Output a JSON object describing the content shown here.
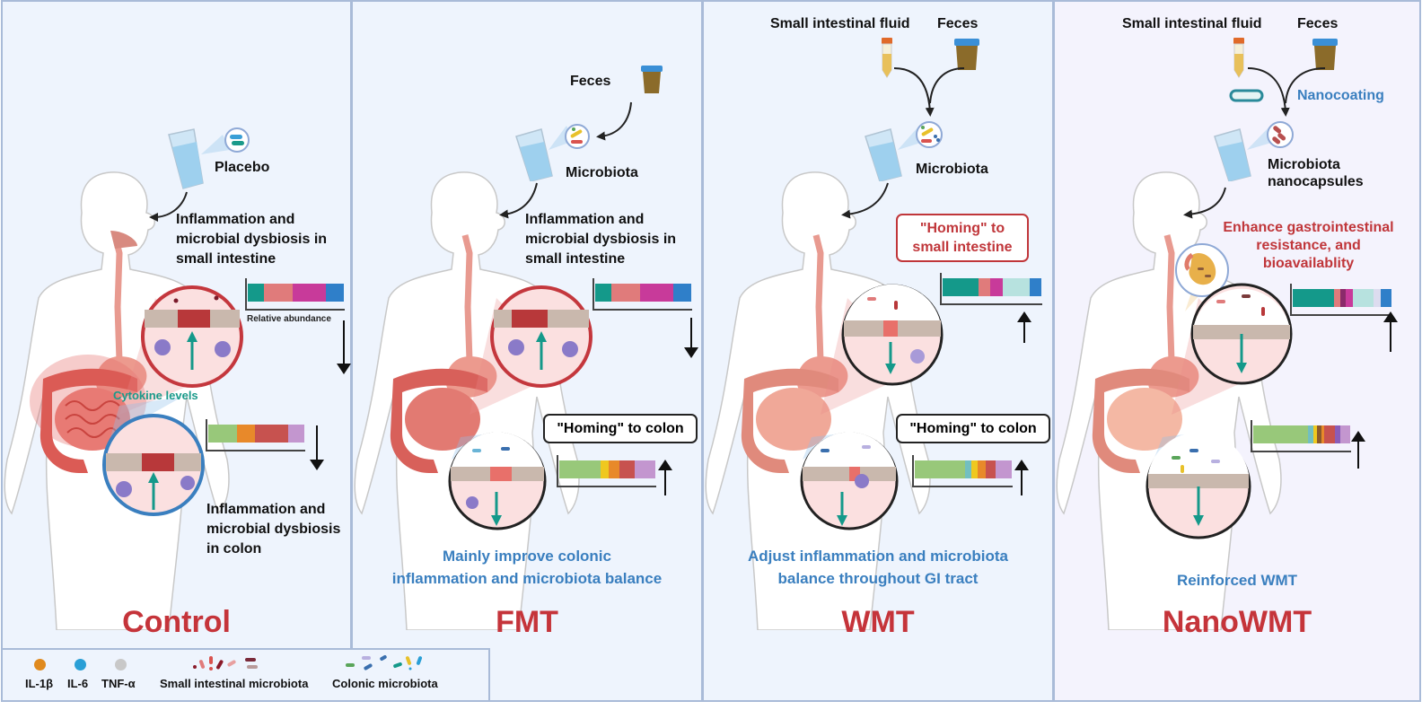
{
  "legend": {
    "items": [
      {
        "label": "IL-1β",
        "color": "#e08a1e"
      },
      {
        "label": "IL-6",
        "color": "#2a9fd6"
      },
      {
        "label": "TNF-α",
        "color": "#c8c8c8"
      },
      {
        "label": "Small intestinal microbiota"
      },
      {
        "label": "Colonic microbiota"
      }
    ]
  },
  "panels": [
    {
      "title": "Control",
      "source_label": "Placebo",
      "small_intestine_text": [
        "Inflammation and",
        "microbial dysbiosis in",
        "small intestine"
      ],
      "relative_abundance_label": "Relative abundance",
      "cytokine_label": "Cytokine levels",
      "colon_text": [
        "Inflammation and",
        "microbial dysbiosis",
        "in colon"
      ],
      "small_intestine_bar": {
        "segments": [
          {
            "color": "#14998a",
            "value": 17
          },
          {
            "color": "#e07b7b",
            "value": 30
          },
          {
            "color": "#c83a9a",
            "value": 34
          },
          {
            "color": "#2f7fc9",
            "value": 19
          }
        ],
        "trend": "down"
      },
      "colon_bar": {
        "segments": [
          {
            "color": "#98c87a",
            "value": 30
          },
          {
            "color": "#e8892a",
            "value": 19
          },
          {
            "color": "#c7524f",
            "value": 34
          },
          {
            "color": "#c396cf",
            "value": 17
          }
        ],
        "trend": "down"
      },
      "cytokine_trend": "up"
    },
    {
      "title": "FMT",
      "inputs": [
        "Feces"
      ],
      "source_label": "Microbiota",
      "small_intestine_text": [
        "Inflammation and",
        "microbial dysbiosis in",
        "small intestine"
      ],
      "homing_colon": "\"Homing\" to colon",
      "description": [
        "Mainly improve colonic",
        "inflammation and microbiota balance"
      ],
      "small_intestine_bar": {
        "segments": [
          {
            "color": "#14998a",
            "value": 17
          },
          {
            "color": "#e07b7b",
            "value": 30
          },
          {
            "color": "#c83a9a",
            "value": 34
          },
          {
            "color": "#2f7fc9",
            "value": 19
          }
        ],
        "trend": "down"
      },
      "colon_bar": {
        "segments": [
          {
            "color": "#98c87a",
            "value": 43
          },
          {
            "color": "#efc81f",
            "value": 8
          },
          {
            "color": "#e8892a",
            "value": 12
          },
          {
            "color": "#c7524f",
            "value": 16
          },
          {
            "color": "#c396cf",
            "value": 21
          }
        ],
        "trend": "up"
      },
      "cytokine_trend_small_intestine": "up",
      "cytokine_trend_colon": "down"
    },
    {
      "title": "WMT",
      "inputs": [
        "Small intestinal fluid",
        "Feces"
      ],
      "source_label": "Microbiota",
      "homing_small_intestine": [
        "\"Homing\" to",
        "small intestine"
      ],
      "homing_colon": "\"Homing\" to colon",
      "description": [
        "Adjust inflammation and microbiota",
        "balance throughout GI tract"
      ],
      "small_intestine_bar": {
        "segments": [
          {
            "color": "#14998a",
            "value": 36
          },
          {
            "color": "#e07b7b",
            "value": 12
          },
          {
            "color": "#c83a9a",
            "value": 13
          },
          {
            "color": "#b7e2df",
            "value": 27
          },
          {
            "color": "#2f7fc9",
            "value": 12
          }
        ],
        "trend": "up"
      },
      "colon_bar": {
        "segments": [
          {
            "color": "#98c87a",
            "value": 52
          },
          {
            "color": "#72bfc0",
            "value": 6
          },
          {
            "color": "#efc81f",
            "value": 7
          },
          {
            "color": "#e8892a",
            "value": 8
          },
          {
            "color": "#c7524f",
            "value": 10
          },
          {
            "color": "#c396cf",
            "value": 17
          }
        ],
        "trend": "up"
      },
      "cytokine_trend_small_intestine": "down",
      "cytokine_trend_colon": "down"
    },
    {
      "title": "NanoWMT",
      "inputs": [
        "Small intestinal fluid",
        "Feces"
      ],
      "coating_label": "Nanocoating",
      "source_label": [
        "Microbiota",
        "nanocapsules"
      ],
      "enhance_text": [
        "Enhance gastrointestinal",
        "resistance, and",
        "bioavailablity"
      ],
      "description": [
        "Reinforced WMT"
      ],
      "small_intestine_bar": {
        "segments": [
          {
            "color": "#14998a",
            "value": 41
          },
          {
            "color": "#e07b7b",
            "value": 6
          },
          {
            "color": "#8a2a6a",
            "value": 6
          },
          {
            "color": "#c83a9a",
            "value": 7
          },
          {
            "color": "#b7e2df",
            "value": 20
          },
          {
            "color": "#dcdcef",
            "value": 7
          },
          {
            "color": "#2f7fc9",
            "value": 11
          }
        ],
        "trend": "up"
      },
      "colon_bar": {
        "segments": [
          {
            "color": "#98c87a",
            "value": 55
          },
          {
            "color": "#72bfc0",
            "value": 5
          },
          {
            "color": "#efc81f",
            "value": 4
          },
          {
            "color": "#8b5a2b",
            "value": 4
          },
          {
            "color": "#e8892a",
            "value": 3
          },
          {
            "color": "#c7524f",
            "value": 11
          },
          {
            "color": "#8a5cb8",
            "value": 5
          },
          {
            "color": "#c396cf",
            "value": 10
          }
        ],
        "trend": "up"
      },
      "cytokine_trend_small_intestine": "down",
      "cytokine_trend_colon": "down"
    }
  ]
}
